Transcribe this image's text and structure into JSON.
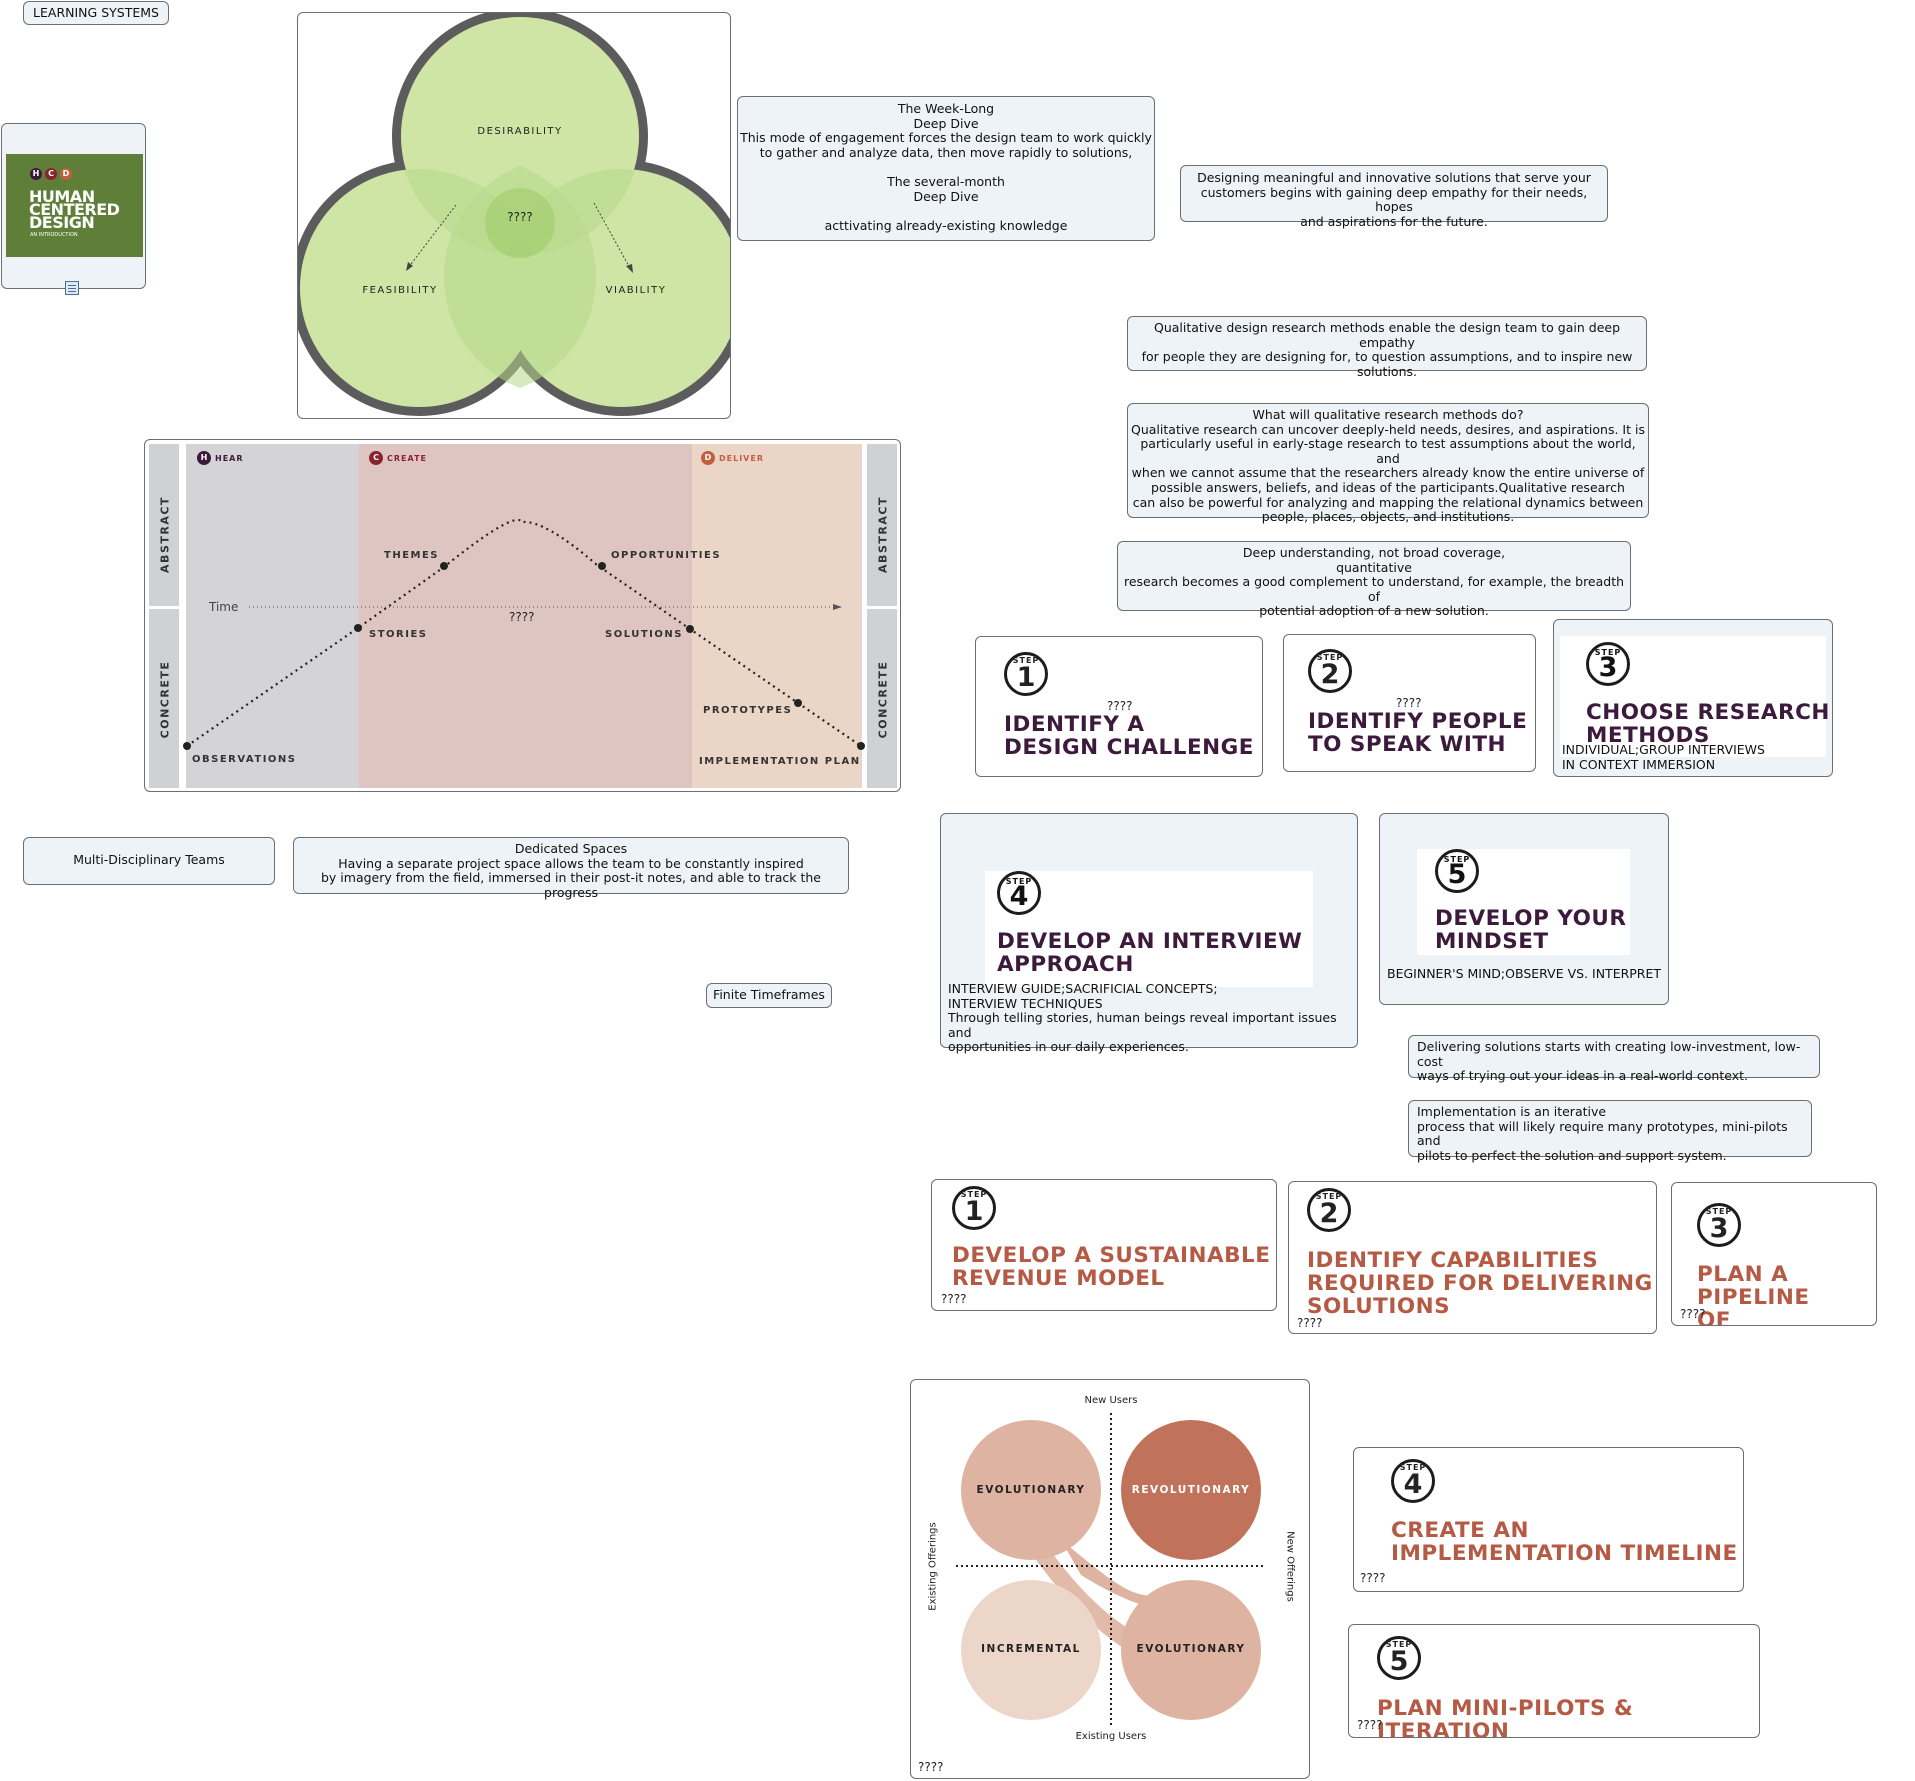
{
  "title_node": "LEARNING SYSTEMS",
  "book": {
    "letters": [
      "H",
      "C",
      "D"
    ],
    "title_lines": [
      "HUMAN",
      "CENTERED",
      "DESIGN"
    ],
    "subtitle": "AN INTRODUCTION"
  },
  "venn": {
    "top": "DESIRABILITY",
    "left": "FEASIBILITY",
    "right": "VIABILITY",
    "center": "????"
  },
  "notes": {
    "week_long": [
      "The Week-Long",
      "Deep Dive",
      "This mode of engagement forces the design team to work quickly",
      "to gather and analyze data, then move rapidly to solutions,",
      "",
      "The several-month",
      "Deep Dive",
      "",
      "acttivating already-existing knowledge"
    ],
    "designing": [
      "Designing meaningful and innovative solutions that serve your",
      "customers begins with gaining deep empathy for their needs, hopes",
      "and aspirations for the future."
    ],
    "qualitative": [
      "Qualitative design research methods enable the design team to gain deep empathy",
      "for people they are designing for, to question assumptions, and to inspire new",
      "solutions."
    ],
    "what_will": [
      "What will qualitative research methods do?",
      "Qualitative research can uncover deeply-held needs, desires, and aspirations. It is",
      "particularly useful in early-stage research to test assumptions about the world, and",
      "when we cannot assume that the researchers already know the entire universe of",
      "possible answers, beliefs, and ideas of the participants.Qualitative research",
      "can also be powerful for analyzing and mapping the relational dynamics between",
      "people, places, objects, and institutions."
    ],
    "deep_understanding": [
      "Deep understanding, not broad coverage,",
      "quantitative",
      "research becomes a good complement to understand, for example, the breadth of",
      "potential adoption of a new solution."
    ],
    "multi": "Multi-Disciplinary Teams",
    "dedicated": [
      "Dedicated Spaces",
      "Having a separate project space allows the team to be constantly inspired",
      "by imagery from the field, immersed in their post-it notes, and able to track the progress"
    ],
    "finite": "Finite Timeframes",
    "delivering": [
      "Delivering solutions starts with creating low-investment, low-cost",
      "ways of trying out your ideas in a real-world context."
    ],
    "implementation": [
      "Implementation is an iterative",
      "process that will likely require many prototypes, mini-pilots and",
      "pilots to perfect the solution and support system."
    ]
  },
  "hcd_diagram": {
    "phases": [
      "HEAR",
      "CREATE",
      "DELIVER"
    ],
    "phase_letters": [
      "H",
      "C",
      "D"
    ],
    "left_labels": [
      "ABSTRACT",
      "CONCRETE"
    ],
    "right_labels": [
      "ABSTRACT",
      "CONCRETE"
    ],
    "time_label": "Time",
    "center_q": "????",
    "points": [
      "OBSERVATIONS",
      "STORIES",
      "THEMES",
      "OPPORTUNITIES",
      "SOLUTIONS",
      "PROTOTYPES",
      "IMPLEMENTATION PLAN"
    ]
  },
  "hear_steps": [
    {
      "step": "STEP",
      "num": "1",
      "q": "????",
      "title": [
        "IDENTIFY A",
        "DESIGN CHALLENGE"
      ],
      "sub": []
    },
    {
      "step": "STEP",
      "num": "2",
      "q": "????",
      "title": [
        "IDENTIFY PEOPLE",
        "TO SPEAK WITH"
      ],
      "sub": []
    },
    {
      "step": "STEP",
      "num": "3",
      "q": "",
      "title": [
        "CHOOSE RESEARCH",
        "METHODS"
      ],
      "sub": [
        "INDIVIDUAL;GROUP INTERVIEWS",
        "IN CONTEXT IMMERSION"
      ]
    },
    {
      "step": "STEP",
      "num": "4",
      "q": "",
      "title": [
        "DEVELOP AN INTERVIEW",
        "APPROACH"
      ],
      "sub": [
        "INTERVIEW GUIDE;SACRIFICIAL CONCEPTS;",
        "INTERVIEW TECHNIQUES",
        "Through telling stories, human beings reveal important issues and",
        "opportunities in our daily experiences."
      ]
    },
    {
      "step": "STEP",
      "num": "5",
      "q": "",
      "title": [
        "DEVELOP YOUR",
        "MINDSET"
      ],
      "sub": [
        "BEGINNER'S MIND;OBSERVE VS. INTERPRET"
      ]
    }
  ],
  "deliver_steps": [
    {
      "step": "STEP",
      "num": "1",
      "q": "????",
      "title": [
        "DEVELOP A SUSTAINABLE",
        "REVENUE MODEL"
      ]
    },
    {
      "step": "STEP",
      "num": "2",
      "q": "????",
      "title": [
        "IDENTIFY CAPABILITIES",
        "REQUIRED FOR DELIVERING",
        "SOLUTIONS"
      ]
    },
    {
      "step": "STEP",
      "num": "3",
      "q": "????",
      "title": [
        "PLAN A PIPELINE",
        "OF SOLUTIONS"
      ]
    },
    {
      "step": "STEP",
      "num": "4",
      "q": "????",
      "title": [
        "CREATE AN",
        "IMPLEMENTATION TIMELINE"
      ]
    },
    {
      "step": "STEP",
      "num": "5",
      "q": "????",
      "title": [
        "PLAN MINI-PILOTS & ITERATION"
      ]
    }
  ],
  "quad": {
    "top": "New Users",
    "bottom": "Existing Users",
    "left": "Existing Offerings",
    "right": "New Offerings",
    "tl": "EVOLUTIONARY",
    "tr": "REVOLUTIONARY",
    "bl": "INCREMENTAL",
    "br": "EVOLUTIONARY",
    "q": "????"
  },
  "colors": {
    "purple": "#3c1a3c",
    "rust": "#b55a45",
    "venn_fill": "#cfe5a6",
    "note_bg": "#edf3f6"
  }
}
